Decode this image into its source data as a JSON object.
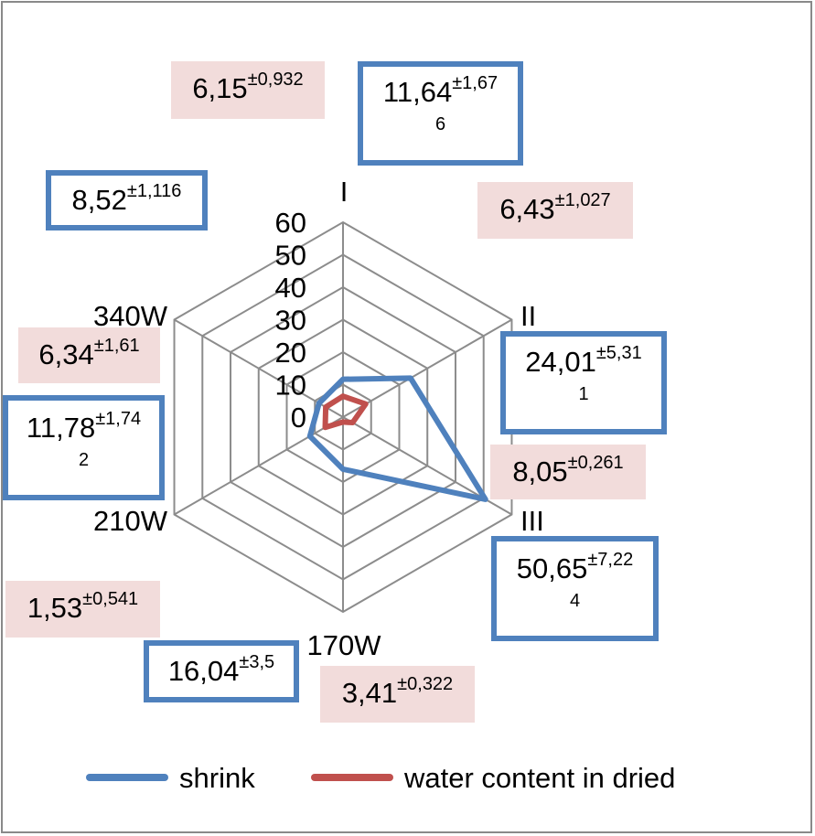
{
  "chart_data": {
    "type": "radar",
    "categories": [
      "I",
      "II",
      "III",
      "170W",
      "210W",
      "340W"
    ],
    "r_ticks": [
      "0",
      "10",
      "20",
      "30",
      "40",
      "50",
      "60"
    ],
    "rlim": [
      0,
      60
    ],
    "grid": true,
    "legend_position": "bottom",
    "series": [
      {
        "name": "shrink",
        "color": "#4f81bd",
        "values": [
          11.64,
          24.01,
          50.65,
          16.04,
          11.78,
          8.52
        ]
      },
      {
        "name": "water content in dried",
        "color": "#c0504d",
        "values": [
          6.43,
          8.05,
          3.41,
          1.53,
          6.34,
          6.15
        ]
      }
    ]
  },
  "annotations": [
    {
      "id": "a1",
      "style": "pink",
      "value": "6,15",
      "error": "±0,932",
      "note": ""
    },
    {
      "id": "a2",
      "style": "blue",
      "value": "11,64",
      "error": "±1,67",
      "note": "6"
    },
    {
      "id": "a3",
      "style": "blue",
      "value": "8,52",
      "error": "±1,116",
      "note": ""
    },
    {
      "id": "a4",
      "style": "pink",
      "value": "6,43",
      "error": "±1,027",
      "note": ""
    },
    {
      "id": "a5",
      "style": "pink",
      "value": "6,34",
      "error": "±1,61",
      "note": ""
    },
    {
      "id": "a6",
      "style": "blue",
      "value": "24,01",
      "error": "±5,31",
      "note": "1"
    },
    {
      "id": "a7",
      "style": "blue",
      "value": "11,78",
      "error": "±1,74",
      "note": "2"
    },
    {
      "id": "a8",
      "style": "pink",
      "value": "8,05",
      "error": "±0,261",
      "note": ""
    },
    {
      "id": "a9",
      "style": "blue",
      "value": "50,65",
      "error": "±7,22",
      "note": "4"
    },
    {
      "id": "a10",
      "style": "pink",
      "value": "1,53",
      "error": "±0,541",
      "note": ""
    },
    {
      "id": "a11",
      "style": "blue",
      "value": "16,04",
      "error": "±3,5",
      "note": ""
    },
    {
      "id": "a12",
      "style": "pink",
      "value": "3,41",
      "error": "±0,322",
      "note": ""
    }
  ],
  "colors": {
    "grid": "#8c8c8c",
    "frame": "#898989",
    "box_border": "#4f81bd",
    "box_pink": "#f2dcdb"
  }
}
